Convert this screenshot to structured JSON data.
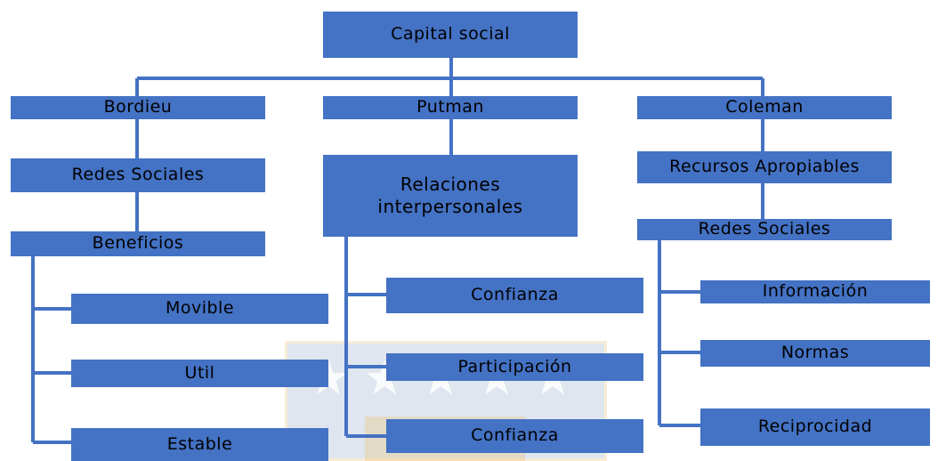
{
  "diagram": {
    "root": {
      "label": "Capital social"
    },
    "branches": [
      {
        "author": "Bordieu",
        "concept": "Redes Sociales",
        "sub": "Beneficios",
        "leaves": [
          "Movible",
          "Util",
          "Estable"
        ]
      },
      {
        "author": "Putman",
        "concept": "Relaciones interpersonales",
        "leaves": [
          "Confianza",
          "Participación",
          "Confianza"
        ]
      },
      {
        "author": "Coleman",
        "concept": "Recursos Apropiables",
        "sub": "Redes Sociales",
        "leaves": [
          "Información",
          "Normas",
          "Reciprocidad"
        ]
      }
    ]
  },
  "colors": {
    "box": "#4472c4",
    "line": "#4472c4",
    "watermark": "#b9c9dc"
  }
}
